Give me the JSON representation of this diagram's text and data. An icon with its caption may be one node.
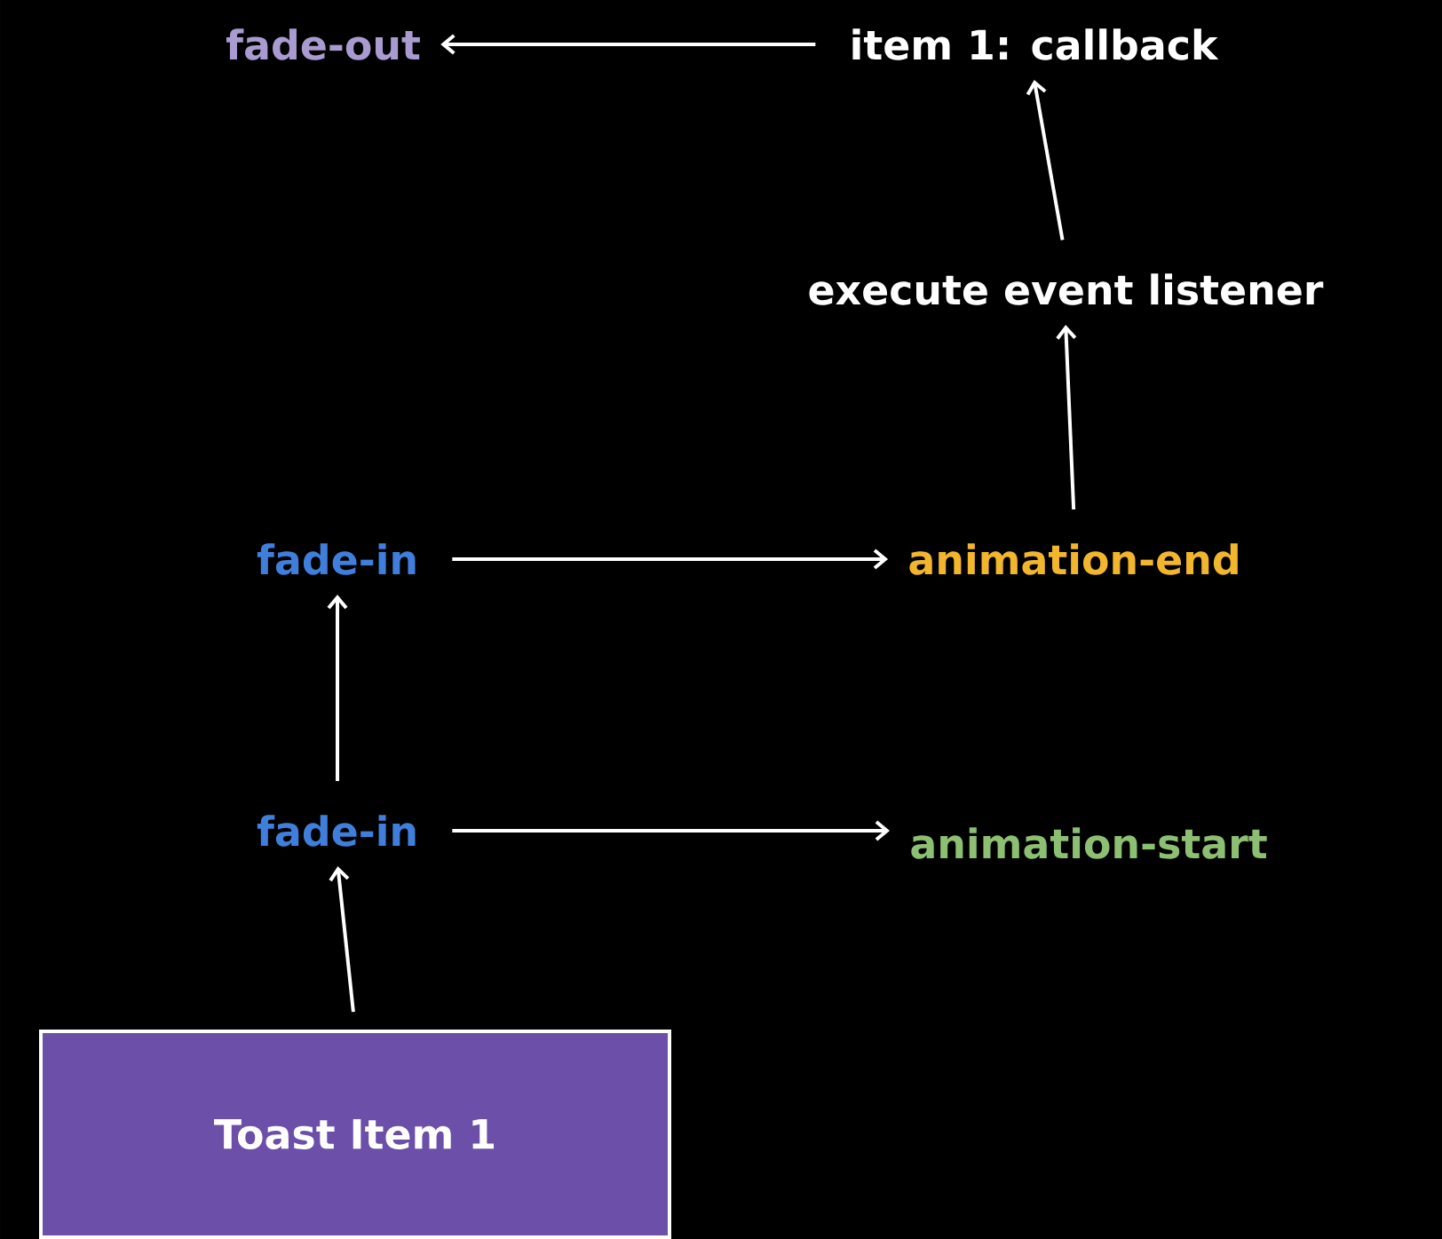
{
  "diagram": {
    "nodes": [
      {
        "text": [
          "Toast Item 1"
        ]
      },
      {
        "text": [
          "fade-in"
        ]
      },
      {
        "text": [
          "animation-start"
        ]
      },
      {
        "text": [
          "fade-in"
        ]
      },
      {
        "text": [
          "animation-end"
        ]
      },
      {
        "text": [
          "execute event listener"
        ]
      },
      {
        "text": [
          "item 1: callback"
        ]
      },
      {
        "text": [
          "fade-out"
        ]
      }
    ],
    "edges": [
      {
        "from": 0,
        "to": 1,
        "arrow": "to"
      },
      {
        "from": 1,
        "to": 2,
        "arrow": "to"
      },
      {
        "from": 1,
        "to": 3,
        "arrow": "to"
      },
      {
        "from": 3,
        "to": 4,
        "arrow": "to"
      },
      {
        "from": 4,
        "to": 5,
        "arrow": "to"
      },
      {
        "from": 5,
        "to": 6,
        "arrow": "to"
      },
      {
        "from": 6,
        "to": 7,
        "arrow": "to"
      }
    ]
  }
}
